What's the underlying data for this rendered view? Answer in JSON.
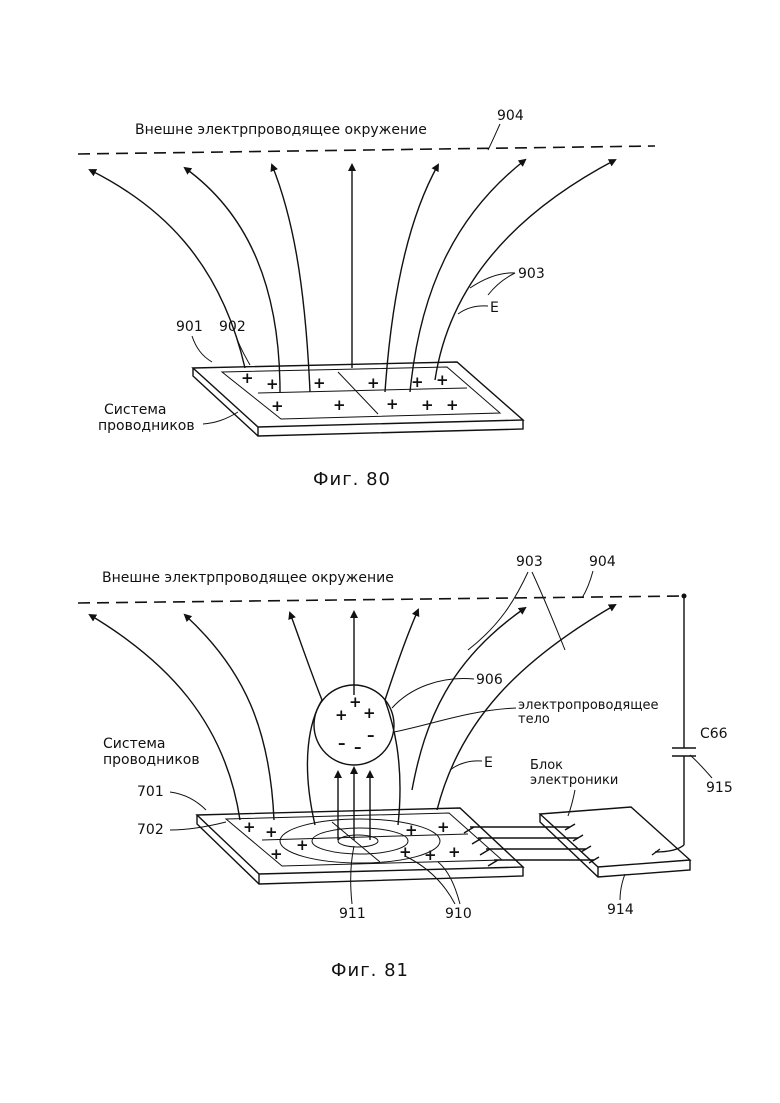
{
  "fig80": {
    "caption": "Фиг. 80",
    "environment_label": "Внешне электрпроводящее окружение",
    "ref_904": "904",
    "ref_903": "903",
    "ref_E": "E",
    "ref_901": "901",
    "ref_902": "902",
    "system_label_1": "Система",
    "system_label_2": "проводников"
  },
  "fig81": {
    "caption": "Фиг. 81",
    "environment_label": "Внешне электрпроводящее окружение",
    "ref_903": "903",
    "ref_904": "904",
    "ref_906": "906",
    "body_label_1": "электропроводящее",
    "body_label_2": "тело",
    "ref_C66": "C66",
    "ref_915": "915",
    "ref_E": "E",
    "system_label_1": "Система",
    "system_label_2": "проводников",
    "ref_701": "701",
    "ref_702": "702",
    "electronics_label_1": "Блок",
    "electronics_label_2": "электроники",
    "ref_914": "914",
    "ref_911": "911",
    "ref_910": "910"
  },
  "charge_positive": "+",
  "charge_negative": "–"
}
